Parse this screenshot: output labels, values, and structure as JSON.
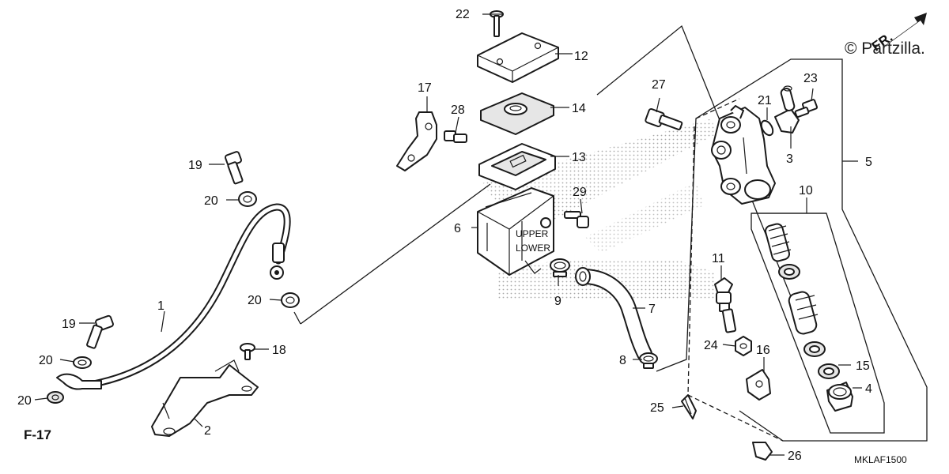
{
  "watermark": "© Partzilla.",
  "direction_label": "FR.",
  "diagram_code": "MKLAF1500",
  "reference": "F-17",
  "callouts": {
    "c1": "1",
    "c2": "2",
    "c3": "3",
    "c4": "4",
    "c5": "5",
    "c6": "6",
    "c7": "7",
    "c8": "8",
    "c9": "9",
    "c10": "10",
    "c11": "11",
    "c12": "12",
    "c13": "13",
    "c14": "14",
    "c15": "15",
    "c16": "16",
    "c17": "17",
    "c18": "18",
    "c19a": "19",
    "c19b": "19",
    "c20a": "20",
    "c20b": "20",
    "c20c": "20",
    "c20d": "20",
    "c21": "21",
    "c22": "22",
    "c23": "23",
    "c24": "24",
    "c25": "25",
    "c26": "26",
    "c27": "27",
    "c28": "28",
    "c29": "29"
  },
  "reservoir_marks": {
    "upper": "UPPER",
    "lower": "LOWER"
  }
}
